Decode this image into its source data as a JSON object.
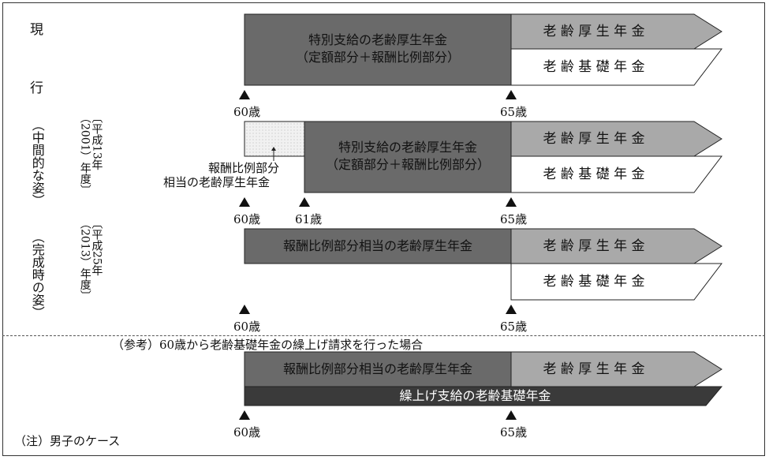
{
  "side": {
    "current_label_1": "現",
    "current_label_2": "行",
    "interim_label": "（中間的な姿）",
    "final_label": "（完成時の姿）",
    "year_2001": "〔平成13年（2001）年度〕",
    "year_2013": "〔平成25年（2013）年度〕"
  },
  "rows": {
    "r1": {
      "special_line1": "特別支給の老齢厚生年金",
      "special_line2": "（定額部分＋報酬比例部分）",
      "upper": "老 齢 厚 生 年 金",
      "lower": "老 齢 基 礎 年 金",
      "age_left": "60歳",
      "age_right": "65歳"
    },
    "r2": {
      "special_line1": "特別支給の老齢厚生年金",
      "special_line2": "（定額部分＋報酬比例部分）",
      "note_line1": "報酬比例部分",
      "note_line2": "相当の老齢厚生年金",
      "upper": "老 齢 厚 生 年 金",
      "lower": "老 齢 基 礎 年 金",
      "age_left": "60歳",
      "age_mid": "61歳",
      "age_right": "65歳"
    },
    "r3": {
      "bar": "報酬比例部分相当の老齢厚生年金",
      "upper": "老 齢 厚 生 年 金",
      "lower": "老 齢 基 礎 年 金",
      "age_left": "60歳",
      "age_right": "65歳"
    },
    "ref": {
      "title": "（参考）60歳から老齢基礎年金の繰上げ請求を行った場合",
      "bar": "報酬比例部分相当の老齢厚生年金",
      "upper": "老 齢 厚 生 年 金",
      "bottom": "繰上げ支給の老齢基礎年金",
      "age_left": "60歳",
      "age_right": "65歳"
    }
  },
  "note": "（注）男子のケース",
  "colors": {
    "dark": "#6a6a6a",
    "mid": "#a9a9a9",
    "light": "#ececec",
    "black_bar": "#3a3a3a",
    "white": "#ffffff",
    "stroke": "#222222"
  }
}
